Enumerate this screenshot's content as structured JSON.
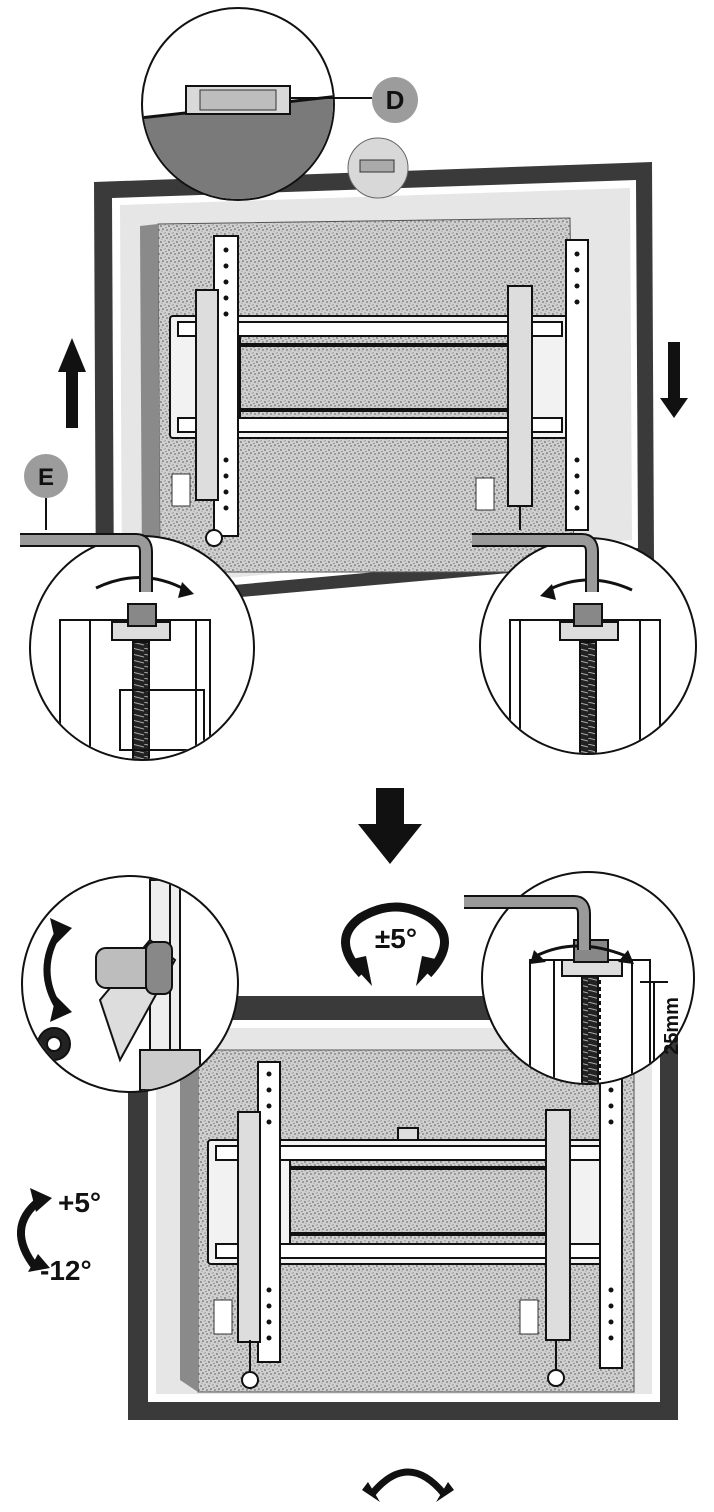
{
  "callouts": {
    "level_tool": "D",
    "hex_key": "E"
  },
  "labels": {
    "swivel_angle": "±5°",
    "tilt_up": "+5°",
    "tilt_down": "-12°",
    "adjust_range": "25mm"
  },
  "colors": {
    "frame": "#3a3a3a",
    "panel_gray": "#8a8a8a",
    "callout_badge": "#9c9c9c",
    "wall_texture": "#bdbdbd",
    "line": "#111111"
  },
  "icons": {
    "arrow_up": "arrow-up-icon",
    "arrow_down": "arrow-down-icon",
    "rotate": "rotate-arrow-icon",
    "tilt": "tilt-arrow-icon"
  }
}
